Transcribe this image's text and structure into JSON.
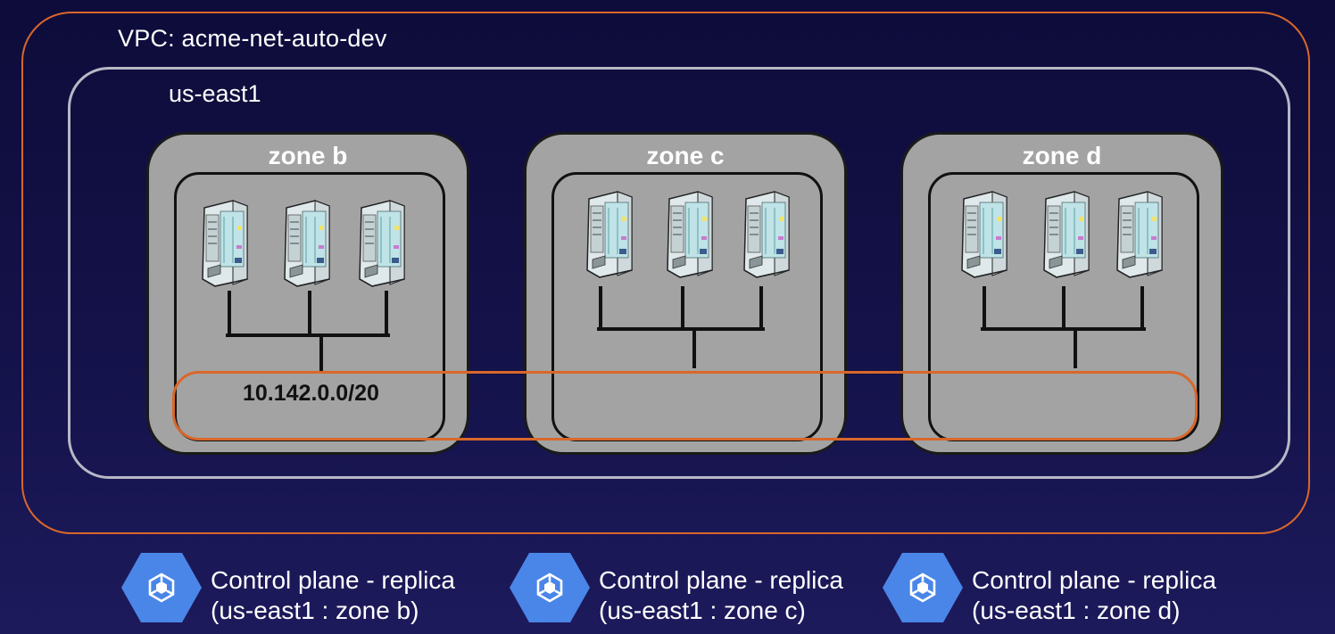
{
  "vpc": {
    "label": "VPC: acme-net-auto-dev"
  },
  "region": {
    "label": "us-east1"
  },
  "zones": [
    {
      "title": "zone b"
    },
    {
      "title": "zone c"
    },
    {
      "title": "zone d"
    }
  ],
  "subnet": {
    "cidr": "10.142.0.0/20"
  },
  "control_planes": [
    {
      "line1": "Control plane - replica",
      "line2": "(us-east1 : zone b)",
      "icon": "kubernetes-engine-icon"
    },
    {
      "line1": "Control plane - replica",
      "line2": "(us-east1 : zone c)",
      "icon": "kubernetes-engine-icon"
    },
    {
      "line1": "Control plane - replica",
      "line2": "(us-east1 : zone d)",
      "icon": "kubernetes-engine-icon"
    }
  ],
  "colors": {
    "vpc_border": "#d9672a",
    "region_border": "#b8b8c6",
    "zone_fill": "#a3a3a3",
    "hex_blue": "#4a86e8"
  }
}
